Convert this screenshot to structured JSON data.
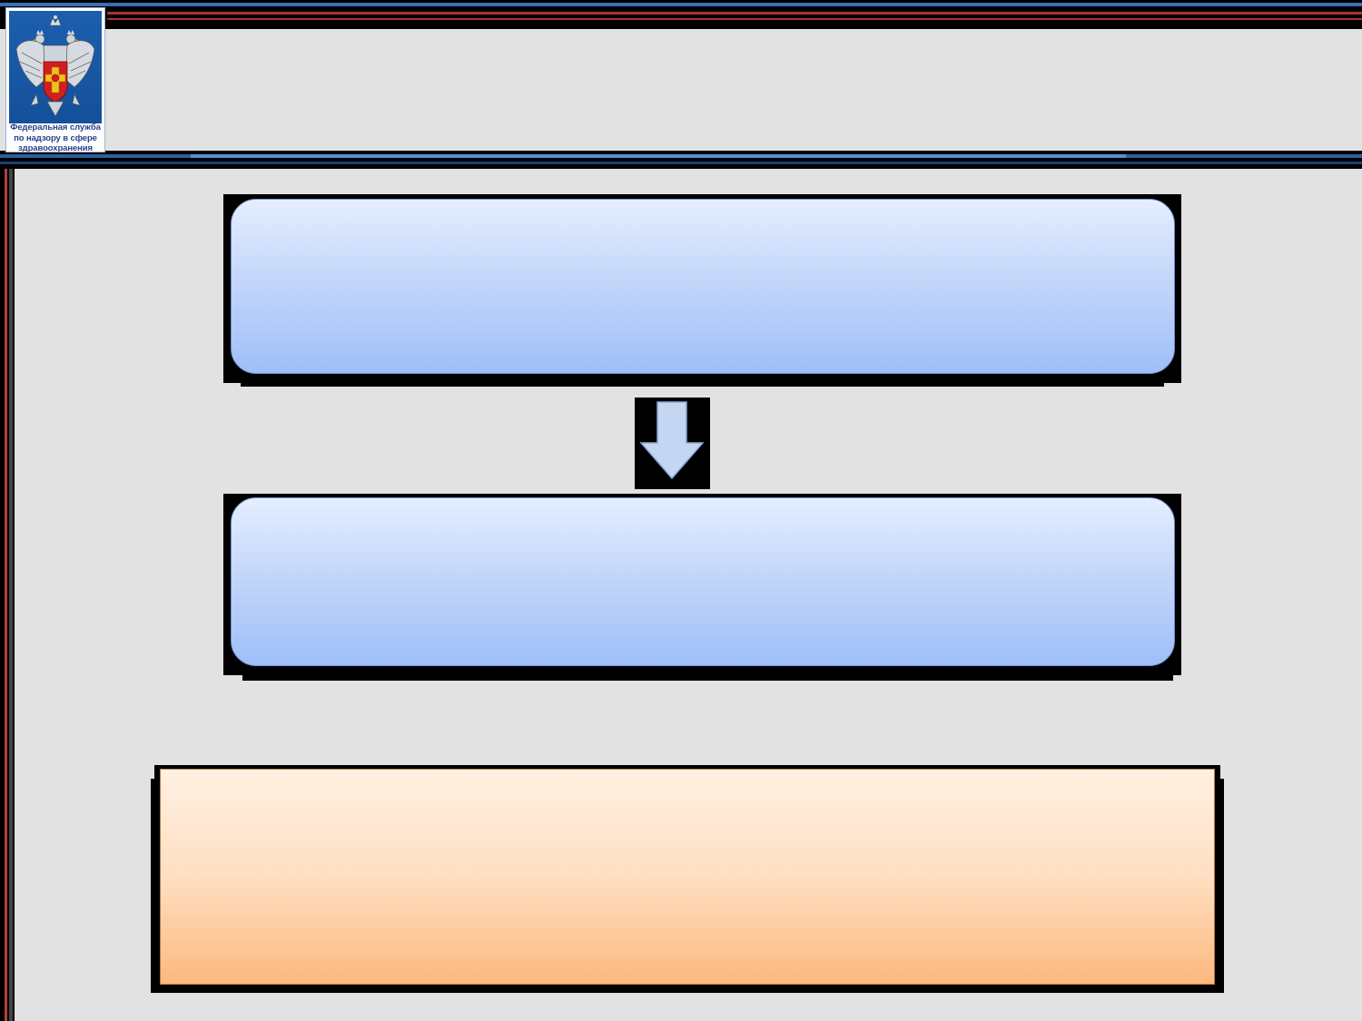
{
  "header": {
    "logo": {
      "emblem": "double-headed-eagle-emblem",
      "caption_lines": [
        "Федеральная служба",
        "по надзору в сфере",
        "здравоохранения"
      ]
    }
  },
  "diagram": {
    "boxes": [
      {
        "id": "box1",
        "label": ""
      },
      {
        "id": "box2",
        "label": ""
      },
      {
        "id": "box3",
        "label": ""
      }
    ],
    "arrow": {
      "direction": "down",
      "from": "box1",
      "to": "box2"
    }
  },
  "colors": {
    "background": "#e2e2e2",
    "blue_box_top": "#e4eeff",
    "blue_box_bottom": "#9fbff8",
    "orange_box_top": "#fff0e2",
    "orange_box_bottom": "#fdb87f",
    "arrow_fill": "#c4d6f2",
    "band_blue": "#3a6fb0",
    "band_red": "#aa3333"
  }
}
